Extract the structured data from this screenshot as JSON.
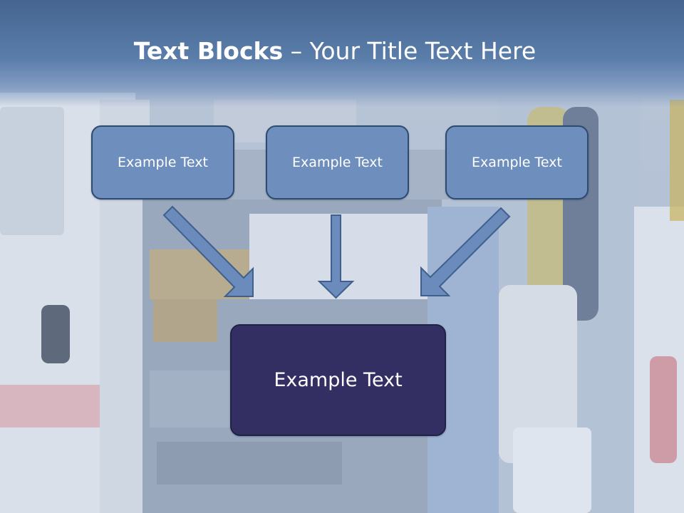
{
  "slide": {
    "title_bold": "Text Blocks",
    "title_rest": " – Your Title Text Here"
  },
  "boxes": [
    {
      "label": "Example Text"
    },
    {
      "label": "Example Text"
    },
    {
      "label": "Example Text"
    }
  ],
  "main_box": {
    "label": "Example Text"
  },
  "colors": {
    "box_fill": "#6e8fbe",
    "box_border": "#2e4a6e",
    "main_box_fill": "#332f63",
    "arrow_fill": "#6a8bbb",
    "title_band": "#4f709c"
  }
}
